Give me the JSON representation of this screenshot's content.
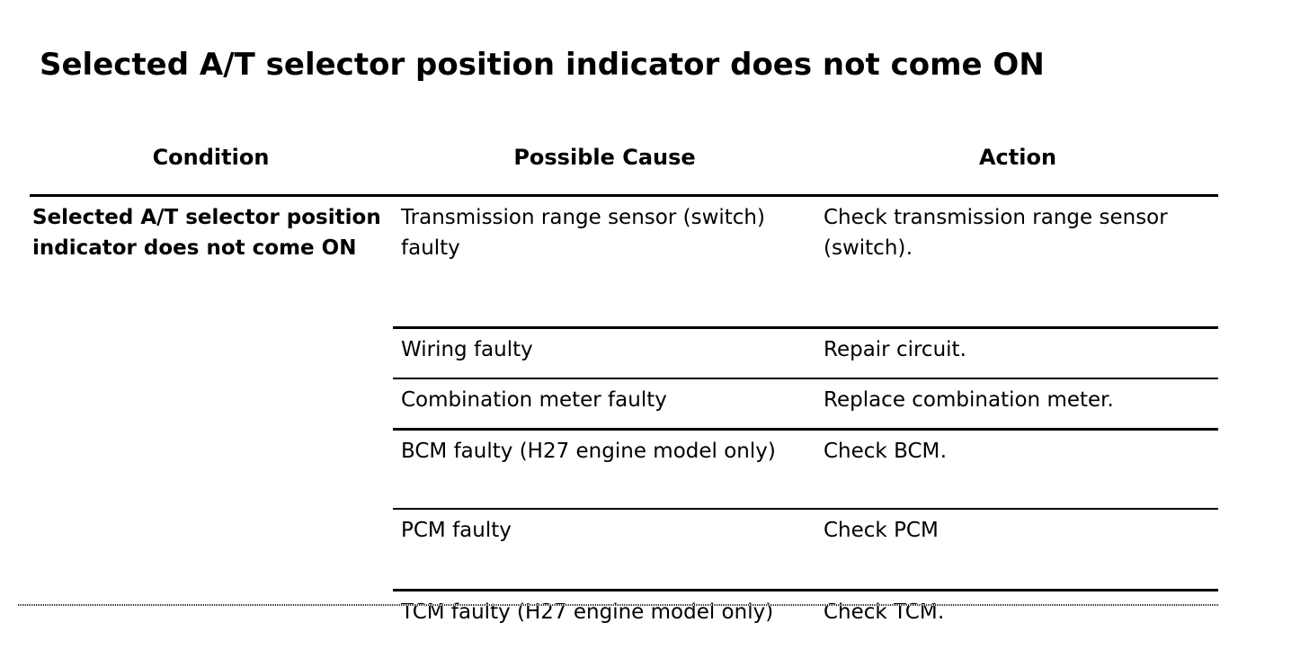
{
  "document": {
    "title": "Selected A/T selector position indicator does not come ON"
  },
  "table": {
    "headers": {
      "condition": "Condition",
      "cause": "Possible Cause",
      "action": "Action"
    },
    "condition_cell": "Selected A/T selector position indicator does not come ON",
    "rows": [
      {
        "cause": "Transmission range sensor (switch) faulty",
        "action": "Check transmission range sensor (switch)",
        "action_period": "."
      },
      {
        "cause": "Wiring faulty",
        "action": "Repair circuit.",
        "action_period": ""
      },
      {
        "cause": "Combination meter faulty",
        "action": "Replace combination meter.",
        "action_period": ""
      },
      {
        "cause": "BCM faulty (H27 engine model only)",
        "action": "Check BCM",
        "action_period": "."
      },
      {
        "cause": "PCM faulty",
        "action": "Check PCM",
        "action_period": ""
      },
      {
        "cause": "TCM faulty (H27 engine model only)",
        "action": "Check TCM",
        "action_period": "."
      }
    ]
  },
  "colors": {
    "text": "#000000",
    "rule": "#000000",
    "footer_rule": "#2b2b2b",
    "background": "#ffffff"
  }
}
